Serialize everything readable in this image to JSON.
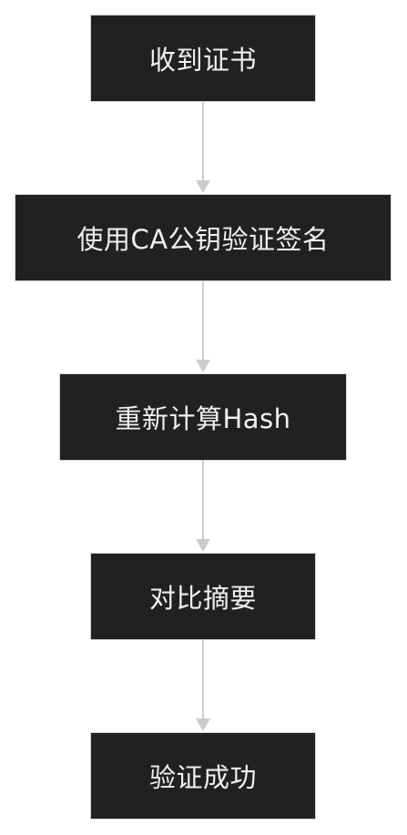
{
  "flowchart": {
    "nodes": [
      {
        "id": "n1",
        "label": "收到证书"
      },
      {
        "id": "n2",
        "label": "使用CA公钥验证签名"
      },
      {
        "id": "n3",
        "label": "重新计算Hash"
      },
      {
        "id": "n4",
        "label": "对比摘要"
      },
      {
        "id": "n5",
        "label": "验证成功"
      }
    ],
    "edges": [
      {
        "from": "n1",
        "to": "n2"
      },
      {
        "from": "n2",
        "to": "n3"
      },
      {
        "from": "n3",
        "to": "n4"
      },
      {
        "from": "n4",
        "to": "n5"
      }
    ]
  },
  "colors": {
    "node_fill": "#202221",
    "node_border": "#d6d6d6",
    "node_text": "#f0f0f0",
    "edge": "#cccccc"
  }
}
